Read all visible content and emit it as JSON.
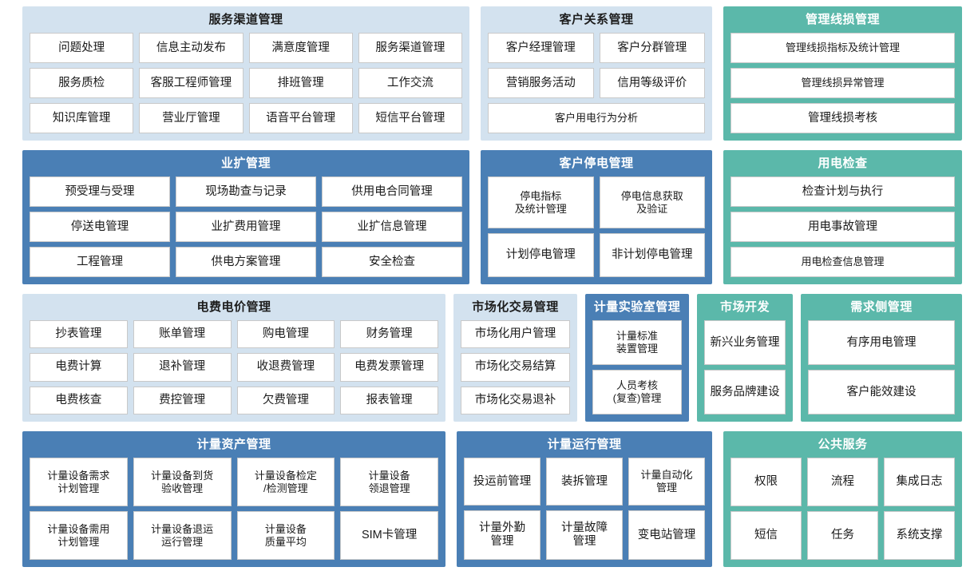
{
  "colors": {
    "panel_light_blue": "#d3e2ef",
    "panel_blue": "#4a7fb5",
    "panel_teal": "#5bb8aa",
    "tile_bg": "#ffffff",
    "tile_border": "#c9c9c9",
    "page_bg": "#ffffff"
  },
  "rows": [
    {
      "panels": [
        {
          "title": "服务渠道管理",
          "style": "blue-light",
          "tile_rows": [
            [
              "问题处理",
              "信息主动发布",
              "满意度管理",
              "服务渠道管理"
            ],
            [
              "服务质检",
              "客服工程师管理",
              "排班管理",
              "工作交流"
            ],
            [
              "知识库管理",
              "营业厅管理",
              "语音平台管理",
              "短信平台管理"
            ]
          ]
        },
        {
          "title": "客户关系管理",
          "style": "blue-light",
          "tile_rows": [
            [
              "客户经理管理",
              "客户分群管理"
            ],
            [
              "营销服务活动",
              "信用等级评价"
            ],
            [
              "客户用电行为分析"
            ]
          ]
        },
        {
          "title": "管理线损管理",
          "style": "teal",
          "tile_rows": [
            [
              "管理线损指标及统计管理"
            ],
            [
              "管理线损异常管理"
            ],
            [
              "管理线损考核"
            ]
          ]
        }
      ]
    },
    {
      "panels": [
        {
          "title": "业扩管理",
          "style": "blue-dark",
          "tile_rows": [
            [
              "预受理与受理",
              "现场勘查与记录",
              "供用电合同管理"
            ],
            [
              "停送电管理",
              "业扩费用管理",
              "业扩信息管理"
            ],
            [
              "工程管理",
              "供电方案管理",
              "安全检查"
            ]
          ]
        },
        {
          "title": "客户停电管理",
          "style": "blue-dark",
          "tile_rows": [
            [
              "停电指标\n及统计管理",
              "停电信息获取\n及验证"
            ],
            [
              "计划停电管理",
              "非计划停电管理"
            ]
          ]
        },
        {
          "title": "用电检查",
          "style": "teal",
          "tile_rows": [
            [
              "检查计划与执行"
            ],
            [
              "用电事故管理"
            ],
            [
              "用电检查信息管理"
            ]
          ]
        }
      ]
    },
    {
      "panels": [
        {
          "title": "电费电价管理",
          "style": "blue-light",
          "tile_rows": [
            [
              "抄表管理",
              "账单管理",
              "购电管理",
              "财务管理"
            ],
            [
              "电费计算",
              "退补管理",
              "收退费管理",
              "电费发票管理"
            ],
            [
              "电费核查",
              "费控管理",
              "欠费管理",
              "报表管理"
            ]
          ]
        },
        {
          "title": "市场化交易管理",
          "style": "blue-light",
          "tile_rows": [
            [
              "市场化用户管理"
            ],
            [
              "市场化交易结算"
            ],
            [
              "市场化交易退补"
            ]
          ]
        },
        {
          "title": "计量实验室管理",
          "style": "blue-dark",
          "tile_rows": [
            [
              "计量标准\n装置管理"
            ],
            [
              "人员考核\n(复查)管理"
            ]
          ]
        },
        {
          "title": "市场开发",
          "style": "teal",
          "tile_rows": [
            [
              "新兴业务管理"
            ],
            [
              "服务品牌建设"
            ]
          ]
        },
        {
          "title": "需求侧管理",
          "style": "teal",
          "tile_rows": [
            [
              "有序用电管理"
            ],
            [
              "客户能效建设"
            ]
          ]
        }
      ]
    },
    {
      "panels": [
        {
          "title": "计量资产管理",
          "style": "blue-dark",
          "tile_rows": [
            [
              "计量设备需求\n计划管理",
              "计量设备到货\n验收管理",
              "计量设备检定\n/检测管理",
              "计量设备\n领退管理"
            ],
            [
              "计量设备需用\n计划管理",
              "计量设备退运\n运行管理",
              "计量设备\n质量平均",
              "SIM卡管理"
            ]
          ]
        },
        {
          "title": "计量运行管理",
          "style": "blue-dark",
          "tile_rows": [
            [
              "投运前管理",
              "装拆管理",
              "计量自动化\n管理"
            ],
            [
              "计量外勤\n管理",
              "计量故障\n管理",
              "变电站管理"
            ]
          ]
        },
        {
          "title": "公共服务",
          "style": "teal",
          "tile_rows": [
            [
              "权限",
              "流程",
              "集成日志"
            ],
            [
              "短信",
              "任务",
              "系统支撑"
            ]
          ]
        }
      ]
    }
  ]
}
